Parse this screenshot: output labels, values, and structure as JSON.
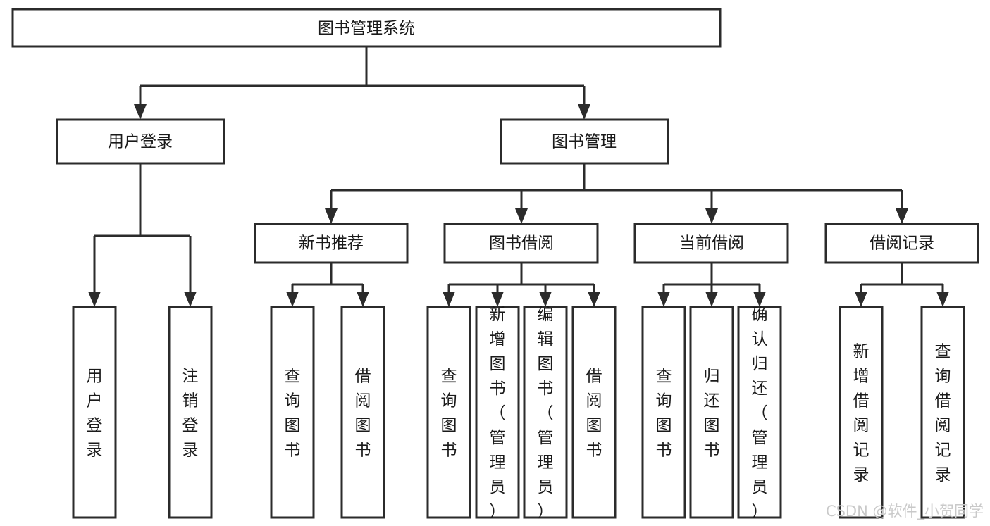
{
  "diagram": {
    "title": "图书管理系统",
    "type": "tree-hierarchy-diagram",
    "colors": {
      "box_stroke": "#2b2b2b",
      "box_fill": "#ffffff",
      "text": "#1a1a1a",
      "background": "#ffffff",
      "watermark": "#c9c9c9"
    },
    "root": {
      "label": "图书管理系统"
    },
    "level2": [
      {
        "label": "用户登录"
      },
      {
        "label": "图书管理"
      }
    ],
    "level3": [
      {
        "label": "新书推荐"
      },
      {
        "label": "图书借阅"
      },
      {
        "label": "当前借阅"
      },
      {
        "label": "借阅记录"
      }
    ],
    "leaves": {
      "user_login": [
        {
          "label": "用户登录"
        },
        {
          "label": "注销登录"
        }
      ],
      "new_book_recommend": [
        {
          "label": "查询图书"
        },
        {
          "label": "借阅图书"
        }
      ],
      "book_borrow": [
        {
          "label": "查询图书"
        },
        {
          "label": "新增图书（管理员）"
        },
        {
          "label": "编辑图书（管理员）"
        },
        {
          "label": "借阅图书"
        }
      ],
      "current_borrow": [
        {
          "label": "查询图书"
        },
        {
          "label": "归还图书"
        },
        {
          "label": "确认归还（管理员）"
        }
      ],
      "borrow_record": [
        {
          "label": "新增借阅记录"
        },
        {
          "label": "查询借阅记录"
        }
      ]
    }
  },
  "watermark": {
    "text": "CSDN @软件_小贺同学"
  }
}
